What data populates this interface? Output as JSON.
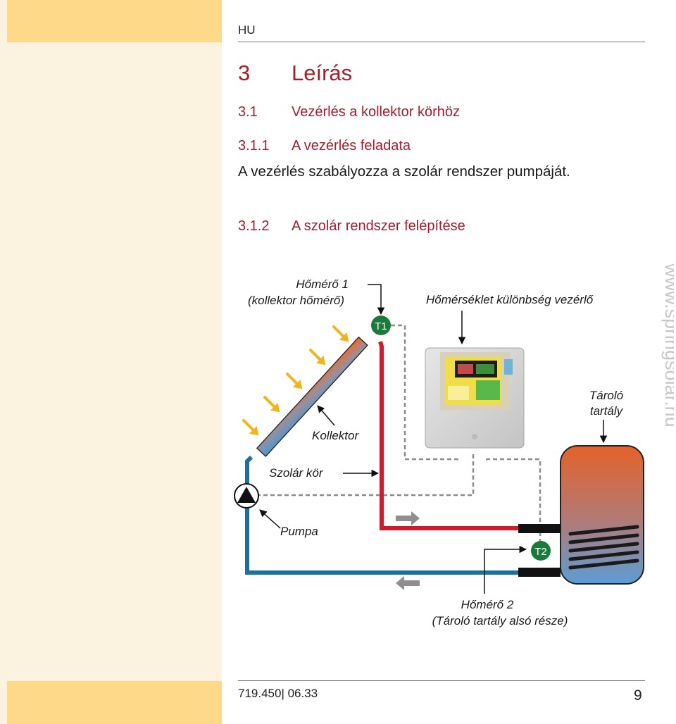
{
  "header": {
    "lang": "HU"
  },
  "section": {
    "number": "3",
    "title": "Leírás"
  },
  "subsection": {
    "number": "3.1",
    "title": "Vezérlés a kollektor körhöz"
  },
  "sub1": {
    "number": "3.1.1",
    "title": "A vezérlés feladata",
    "body": "A vezérlés szabályozza a szolár rendszer pumpáját."
  },
  "sub2": {
    "number": "3.1.2",
    "title": "A szolár rendszer felépítése"
  },
  "diagram": {
    "sensor1_line1": "Hőmérő 1",
    "sensor1_line2": "(kollektor hőmérő)",
    "t1": "T1",
    "controller_label": "Hőmérséklet különbség vezérlő",
    "tank_line1": "Tároló",
    "tank_line2": "tartály",
    "collector_label": "Kollektor",
    "circuit_label": "Szolár kör",
    "pump_label": "Pumpa",
    "t2": "T2",
    "sensor2_line1": "Hőmérő 2",
    "sensor2_line2": "(Tároló tartály alsó része)",
    "colors": {
      "hot_pipe": "#d9162c",
      "cold_pipe": "#1d6fa0",
      "tank_top": "#e4622a",
      "tank_bottom": "#5c9cd4",
      "sensor": "#1a7a3a",
      "sun_arrow": "#f2b519"
    }
  },
  "watermark": "www.springsolar.hu",
  "footer": {
    "code": "719.450| 06.33",
    "page": "9"
  }
}
